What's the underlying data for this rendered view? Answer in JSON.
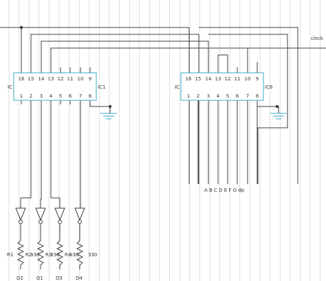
{
  "colors": {
    "grid": "#c8c8c8",
    "wire": "#3c3c3c",
    "ic_outline": "#38a8c8",
    "ground": "#38a8c8",
    "resistor": "#444444"
  },
  "net_labels": {
    "clock": "clock"
  },
  "ics": [
    {
      "ref_left": "IC",
      "ref_right": "IC1",
      "top_pins": [
        "16",
        "15",
        "14",
        "13",
        "12",
        "11",
        "10",
        "9"
      ],
      "bottom_pins": [
        "1",
        "2",
        "3",
        "4",
        "5",
        "6",
        "7",
        "8"
      ]
    },
    {
      "ref_left": "IC",
      "ref_right": "IC6",
      "top_pins": [
        "16",
        "15",
        "14",
        "13",
        "12",
        "11",
        "10",
        "9"
      ],
      "bottom_pins": [
        "1",
        "2",
        "3",
        "4",
        "5",
        "6",
        "7",
        "8"
      ]
    }
  ],
  "segment_label": "A B C D E F G dp",
  "resistors": [
    {
      "ref": "R1",
      "value": ""
    },
    {
      "ref": "R2",
      "value": "330"
    },
    {
      "ref": "R3",
      "value": "330"
    },
    {
      "ref": "R4",
      "value": "330"
    },
    {
      "ref": "",
      "value": "330"
    }
  ],
  "digit_labels": [
    "D2",
    "D1",
    "D3",
    "D4"
  ]
}
